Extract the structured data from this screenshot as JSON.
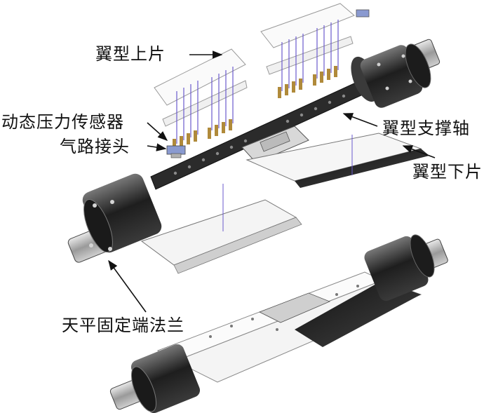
{
  "labels": {
    "wing_upper": "翼型上片",
    "pressure_sensor": "动态压力传感器",
    "air_connector": "气路接头",
    "support_shaft": "翼型支撑轴",
    "wing_lower": "翼型下片",
    "balance_flange": "天平固定端法兰"
  },
  "colors": {
    "label_text": "#111111",
    "leader_line": "#111111",
    "flange_dark": "#2a2a2a",
    "plate_light": "#f2f2f2",
    "sensor_brass": "#b08a3a",
    "tube_purple": "#6a5acd"
  }
}
